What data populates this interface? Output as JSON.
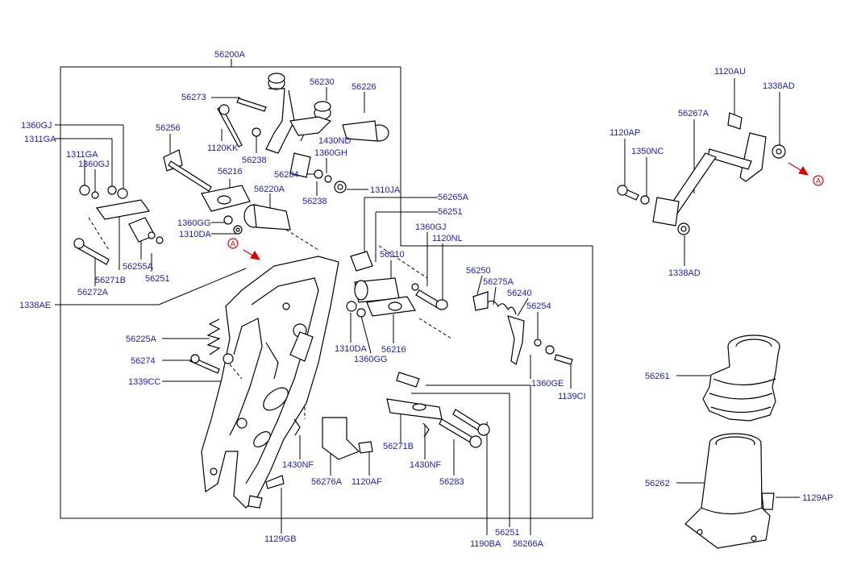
{
  "labels": {
    "p56200A": "56200A",
    "p56273": "56273",
    "p56230": "56230",
    "p56226": "56226",
    "p1360GJ_a": "1360GJ",
    "p1311GA_a": "1311GA",
    "p56256": "56256",
    "p1120KK": "1120KK",
    "p1430ND": "1430ND",
    "p56238_a": "56238",
    "p1360GH": "1360GH",
    "p56284": "56284",
    "p1311GA_b": "1311GA",
    "p1360GJ_b": "1360GJ",
    "p56216_a": "56216",
    "p56220A": "56220A",
    "p56238_b": "56238",
    "p1310JA": "1310JA",
    "p56265A": "56265A",
    "p56251_a": "56251",
    "p1360GG_a": "1360GG",
    "p1310DA_a": "1310DA",
    "p1360GJ_c": "1360GJ",
    "p1120NL": "1120NL",
    "p56210": "56210",
    "p56255A": "56255A",
    "p56271B_a": "56271B",
    "p56251_b": "56251",
    "p56272A": "56272A",
    "p1338AE": "1338AE",
    "p56250": "56250",
    "p56275A": "56275A",
    "p56240": "56240",
    "p56254": "56254",
    "p56225A": "56225A",
    "p56274": "56274",
    "p1339CC": "1339CC",
    "p1310DA_b": "1310DA",
    "p1360GG_b": "1360GG",
    "p56216_b": "56216",
    "p1360GE": "1360GE",
    "p1139CI": "1139CI",
    "p56271B_b": "56271B",
    "p1430NF_a": "1430NF",
    "p56276A": "56276A",
    "p1120AF": "1120AF",
    "p1430NF_b": "1430NF",
    "p56283": "56283",
    "p1129GB": "1129GB",
    "p56251_c": "56251",
    "p1190BA": "1190BA",
    "p56266A": "56266A",
    "p1120AU": "1120AU",
    "p1338AD_a": "1338AD",
    "p56267A": "56267A",
    "p1120AP": "1120AP",
    "p1350NC": "1350NC",
    "p1338AD_b": "1338AD",
    "p56261": "56261",
    "p56262": "56262",
    "p1129AP": "1129AP"
  },
  "reference_marks": {
    "left": "A",
    "right": "A"
  },
  "colors": {
    "label": "#1a1ad6",
    "reference": "#e00000",
    "line": "#000000"
  }
}
